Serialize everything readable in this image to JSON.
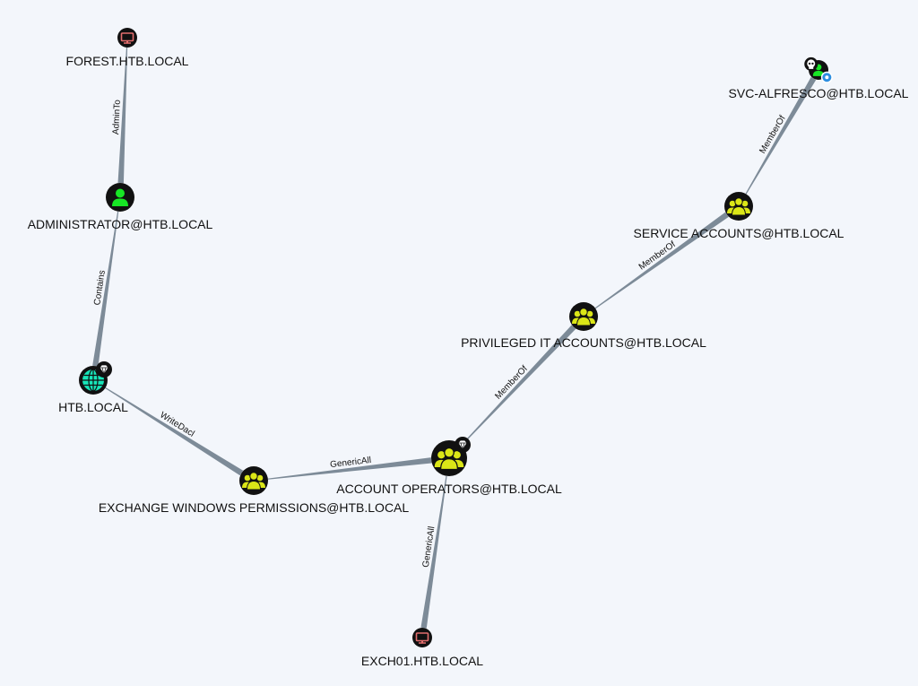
{
  "colors": {
    "background": "#f3f6fb",
    "edge": "#7d8b98",
    "node_dark": "#111111",
    "computer": "#e36e6e",
    "user": "#17e625",
    "group": "#dbe617",
    "domain": "#17e6b9",
    "owned_badge": "#ffffff",
    "highvalue_badge": "#ffffff",
    "cert_badge": "#2d8ee0"
  },
  "nodes": [
    {
      "id": "forest",
      "label": "FOREST.HTB.LOCAL",
      "type": "computer",
      "icon": "monitor-icon",
      "badges": []
    },
    {
      "id": "admin",
      "label": "ADMINISTRATOR@HTB.LOCAL",
      "type": "user",
      "icon": "user-icon",
      "badges": []
    },
    {
      "id": "htb",
      "label": "HTB.LOCAL",
      "type": "domain",
      "icon": "globe-icon",
      "badges": [
        "gem-icon"
      ]
    },
    {
      "id": "ewp",
      "label": "EXCHANGE WINDOWS PERMISSIONS@HTB.LOCAL",
      "type": "group",
      "icon": "users-icon",
      "badges": []
    },
    {
      "id": "ao",
      "label": "ACCOUNT OPERATORS@HTB.LOCAL",
      "type": "group",
      "icon": "users-icon",
      "badges": [
        "gem-icon"
      ]
    },
    {
      "id": "exch",
      "label": "EXCH01.HTB.LOCAL",
      "type": "computer",
      "icon": "monitor-icon",
      "badges": []
    },
    {
      "id": "pita",
      "label": "PRIVILEGED IT ACCOUNTS@HTB.LOCAL",
      "type": "group",
      "icon": "users-icon",
      "badges": []
    },
    {
      "id": "sa",
      "label": "SERVICE ACCOUNTS@HTB.LOCAL",
      "type": "group",
      "icon": "users-icon",
      "badges": []
    },
    {
      "id": "svc",
      "label": "SVC-ALFRESCO@HTB.LOCAL",
      "type": "user",
      "icon": "user-icon",
      "badges": [
        "skull-icon",
        "cert-icon"
      ]
    }
  ],
  "edges": [
    {
      "from": "forest",
      "to": "admin",
      "label": "AdminTo"
    },
    {
      "from": "admin",
      "to": "htb",
      "label": "Contains"
    },
    {
      "from": "htb",
      "to": "ewp",
      "label": "WriteDacl"
    },
    {
      "from": "ewp",
      "to": "ao",
      "label": "GenericAll"
    },
    {
      "from": "ao",
      "to": "exch",
      "label": "GenericAll"
    },
    {
      "from": "ao",
      "to": "pita",
      "label": "MemberOf"
    },
    {
      "from": "pita",
      "to": "sa",
      "label": "MemberOf"
    },
    {
      "from": "sa",
      "to": "svc",
      "label": "MemberOf"
    }
  ]
}
